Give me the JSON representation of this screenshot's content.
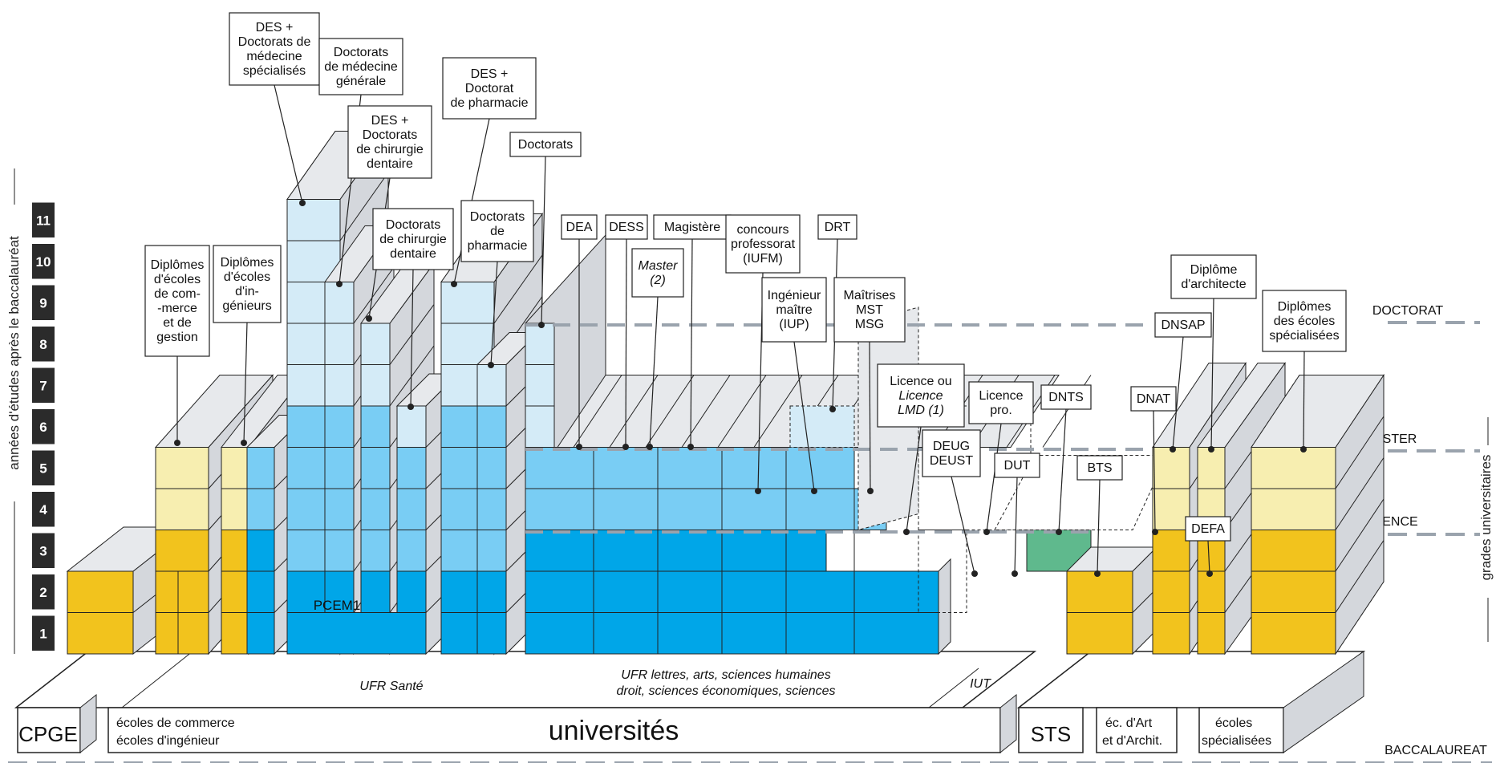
{
  "colors": {
    "yellow": "#f2c31d",
    "yellow_light": "#f7eeb0",
    "blue": "#00a6e8",
    "blue_mid": "#79cdf4",
    "blue_light": "#d4ebf7",
    "green": "#5fb98d",
    "grey_side": "#d4d7dc",
    "grey_top": "#e7e9ec",
    "grade_line": "#9aa3ad",
    "year_box": "#2b2b2b"
  },
  "axis": {
    "ylabel": "années d'études après le baccalauréat",
    "years": [
      "1",
      "2",
      "3",
      "4",
      "5",
      "6",
      "7",
      "8",
      "9",
      "10",
      "11"
    ],
    "grades_label": "grades universitaires"
  },
  "grades": {
    "doctorat": "DOCTORAT",
    "master": "MASTER",
    "licence": "LICENCE",
    "bac": "BACCALAUREAT"
  },
  "base": {
    "cpge": "CPGE",
    "ecoles_l1": "écoles de commerce",
    "ecoles_l2": "écoles d'ingénieur",
    "universites": "universités",
    "sts": "STS",
    "art_l1": "éc. d'Art",
    "art_l2": "et d'Archit.",
    "spec_l1": "écoles",
    "spec_l2": "spécialisées",
    "ufr_sante": "UFR Santé",
    "ufr_lettres_l1": "UFR lettres, arts, sciences humaines",
    "ufr_lettres_l2": "droit, sciences économiques, sciences",
    "iut": "IUT",
    "pcem1": "PCEM1"
  },
  "labels": {
    "commerce": [
      "Diplômes",
      "d'écoles",
      "de com-",
      "-merce",
      "et de",
      "gestion"
    ],
    "ingenieurs": [
      "Diplômes",
      "d'écoles",
      "d'in-",
      "génieurs"
    ],
    "des_med_spec": [
      "DES +",
      "Doctorats de",
      "médecine",
      "spécialisés"
    ],
    "doc_med_gen": [
      "Doctorats",
      "de médecine",
      "générale"
    ],
    "des_chir": [
      "DES +",
      "Doctorats",
      "de chirurgie",
      "dentaire"
    ],
    "doc_chir": [
      "Doctorats",
      "de chirurgie",
      "dentaire"
    ],
    "des_pharma": [
      "DES +",
      "Doctorat",
      "de pharmacie"
    ],
    "doc_pharma": [
      "Doctorats",
      "de",
      "pharmacie"
    ],
    "doctorats": [
      "Doctorats"
    ],
    "dea": [
      "DEA"
    ],
    "dess": [
      "DESS"
    ],
    "magistere": [
      "Magistère"
    ],
    "master": [
      "Master",
      "(2)"
    ],
    "concours": [
      "concours",
      "professorat",
      "(IUFM)"
    ],
    "drt": [
      "DRT"
    ],
    "ingenieur_maitre": [
      "Ingénieur",
      "maître",
      "(IUP)"
    ],
    "maitrises": [
      "Maîtrises",
      "MST",
      "MSG"
    ],
    "licence": [
      "Licence ou",
      "Licence",
      "LMD (1)"
    ],
    "licence_pro": [
      "Licence",
      "pro."
    ],
    "dnts": [
      "DNTS"
    ],
    "deug": [
      "DEUG",
      "DEUST"
    ],
    "dut": [
      "DUT"
    ],
    "bts": [
      "BTS"
    ],
    "dnat": [
      "DNAT"
    ],
    "dnsap": [
      "DNSAP"
    ],
    "architecte": [
      "Diplôme",
      "d'architecte"
    ],
    "defa": [
      "DEFA"
    ],
    "ecoles_spec": [
      "Diplômes",
      "des écoles",
      "spécialisées"
    ]
  }
}
